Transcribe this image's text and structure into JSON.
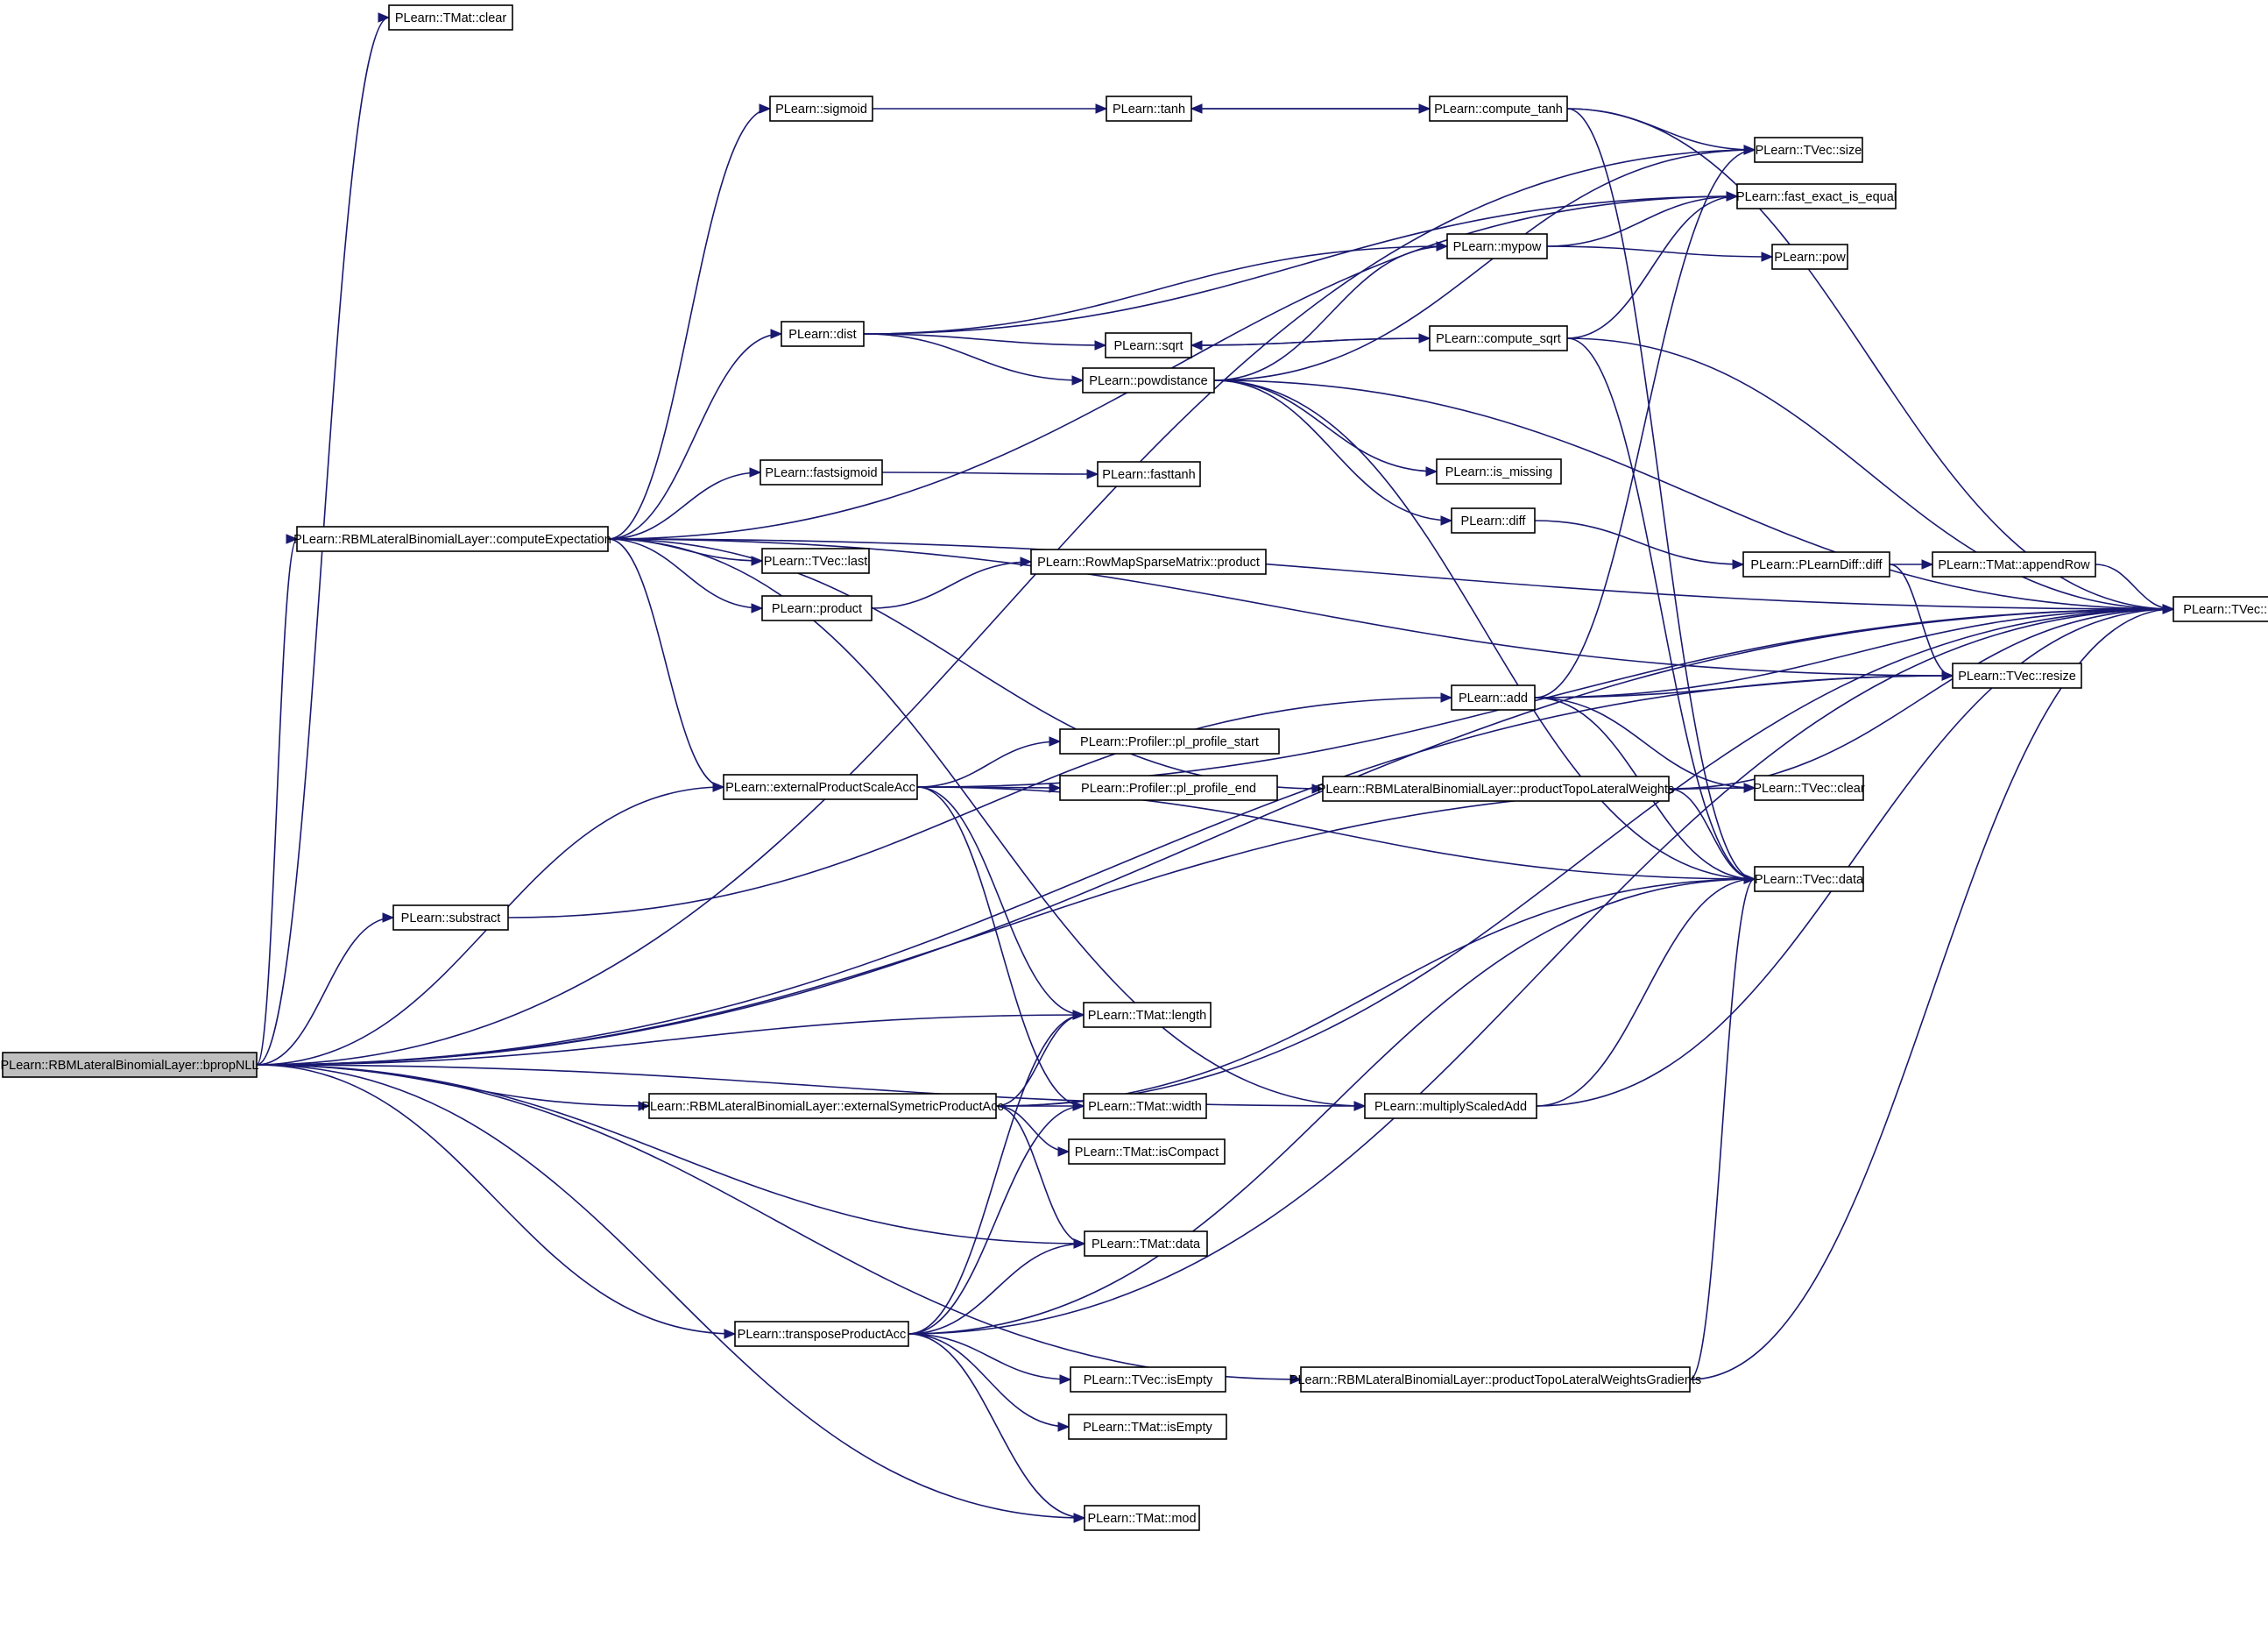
{
  "diagram": {
    "type": "call-graph",
    "colors": {
      "edge": "#191970",
      "root_fill": "#bfbfbf",
      "node_fill": "#ffffff",
      "node_border": "#000000"
    },
    "nodes": [
      {
        "id": "bprop",
        "label": "PLearn::RBMLateralBinomialLayer::bpropNLL",
        "root": true
      },
      {
        "id": "tmat_clear",
        "label": "PLearn::TMat::clear"
      },
      {
        "id": "sigmoid",
        "label": "PLearn::sigmoid"
      },
      {
        "id": "tanh",
        "label": "PLearn::tanh"
      },
      {
        "id": "compute_tanh",
        "label": "PLearn::compute_tanh"
      },
      {
        "id": "tvec_size",
        "label": "PLearn::TVec::size"
      },
      {
        "id": "fast_eq",
        "label": "PLearn::fast_exact_is_equal"
      },
      {
        "id": "mypow",
        "label": "PLearn::mypow"
      },
      {
        "id": "pow",
        "label": "PLearn::pow"
      },
      {
        "id": "dist",
        "label": "PLearn::dist"
      },
      {
        "id": "sqrt",
        "label": "PLearn::sqrt"
      },
      {
        "id": "compute_sqrt",
        "label": "PLearn::compute_sqrt"
      },
      {
        "id": "powdistance",
        "label": "PLearn::powdistance"
      },
      {
        "id": "is_missing",
        "label": "PLearn::is_missing"
      },
      {
        "id": "fastsigmoid",
        "label": "PLearn::fastsigmoid"
      },
      {
        "id": "fasttanh",
        "label": "PLearn::fasttanh"
      },
      {
        "id": "diff",
        "label": "PLearn::diff"
      },
      {
        "id": "compute_exp",
        "label": "PLearn::RBMLateralBinomialLayer::computeExpectation"
      },
      {
        "id": "tvec_last",
        "label": "PLearn::TVec::last"
      },
      {
        "id": "rowmap_product",
        "label": "PLearn::RowMapSparseMatrix::product"
      },
      {
        "id": "pldiff",
        "label": "PLearn::PLearnDiff::diff"
      },
      {
        "id": "appendrow",
        "label": "PLearn::TMat::appendRow"
      },
      {
        "id": "tvec_length",
        "label": "PLearn::TVec::length"
      },
      {
        "id": "product",
        "label": "PLearn::product"
      },
      {
        "id": "add",
        "label": "PLearn::add"
      },
      {
        "id": "tvec_resize",
        "label": "PLearn::TVec::resize"
      },
      {
        "id": "pl_start",
        "label": "PLearn::Profiler::pl_profile_start"
      },
      {
        "id": "ext_psa",
        "label": "PLearn::externalProductScaleAcc"
      },
      {
        "id": "pl_end",
        "label": "PLearn::Profiler::pl_profile_end"
      },
      {
        "id": "ptlw",
        "label": "PLearn::RBMLateralBinomialLayer::productTopoLateralWeights"
      },
      {
        "id": "tvec_clear",
        "label": "PLearn::TVec::clear"
      },
      {
        "id": "tvec_data",
        "label": "PLearn::TVec::data"
      },
      {
        "id": "substract",
        "label": "PLearn::substract"
      },
      {
        "id": "tmat_length",
        "label": "PLearn::TMat::length"
      },
      {
        "id": "ext_sym",
        "label": "PLearn::RBMLateralBinomialLayer::externalSymetricProductAcc"
      },
      {
        "id": "tmat_width",
        "label": "PLearn::TMat::width"
      },
      {
        "id": "msa",
        "label": "PLearn::multiplyScaledAdd"
      },
      {
        "id": "tmat_iscompact",
        "label": "PLearn::TMat::isCompact"
      },
      {
        "id": "tmat_data",
        "label": "PLearn::TMat::data"
      },
      {
        "id": "tpa",
        "label": "PLearn::transposeProductAcc"
      },
      {
        "id": "tvec_isempty",
        "label": "PLearn::TVec::isEmpty"
      },
      {
        "id": "ptlwg",
        "label": "PLearn::RBMLateralBinomialLayer::productTopoLateralWeightsGradients"
      },
      {
        "id": "tmat_isempty",
        "label": "PLearn::TMat::isEmpty"
      },
      {
        "id": "tmat_mod",
        "label": "PLearn::TMat::mod"
      }
    ],
    "edges": [
      [
        "bprop",
        "tmat_clear"
      ],
      [
        "bprop",
        "compute_exp"
      ],
      [
        "bprop",
        "ext_psa"
      ],
      [
        "bprop",
        "substract"
      ],
      [
        "bprop",
        "tmat_length"
      ],
      [
        "bprop",
        "ext_sym"
      ],
      [
        "bprop",
        "tmat_data"
      ],
      [
        "bprop",
        "tpa"
      ],
      [
        "bprop",
        "tmat_mod"
      ],
      [
        "bprop",
        "ptlwg"
      ],
      [
        "bprop",
        "tvec_length"
      ],
      [
        "bprop",
        "tvec_clear"
      ],
      [
        "bprop",
        "tvec_resize"
      ],
      [
        "bprop",
        "msa"
      ],
      [
        "bprop",
        "tvec_size"
      ],
      [
        "compute_exp",
        "sigmoid"
      ],
      [
        "compute_exp",
        "fast_eq"
      ],
      [
        "compute_exp",
        "dist"
      ],
      [
        "compute_exp",
        "fastsigmoid"
      ],
      [
        "compute_exp",
        "tvec_last"
      ],
      [
        "compute_exp",
        "product"
      ],
      [
        "compute_exp",
        "ext_psa"
      ],
      [
        "compute_exp",
        "ptlw"
      ],
      [
        "compute_exp",
        "msa"
      ],
      [
        "compute_exp",
        "tvec_resize"
      ],
      [
        "compute_exp",
        "tvec_length"
      ],
      [
        "sigmoid",
        "tanh"
      ],
      [
        "tanh",
        "compute_tanh"
      ],
      [
        "compute_tanh",
        "tanh"
      ],
      [
        "compute_tanh",
        "tvec_size"
      ],
      [
        "compute_tanh",
        "tvec_length"
      ],
      [
        "compute_tanh",
        "tvec_data"
      ],
      [
        "dist",
        "mypow"
      ],
      [
        "dist",
        "sqrt"
      ],
      [
        "dist",
        "powdistance"
      ],
      [
        "dist",
        "fast_eq"
      ],
      [
        "sqrt",
        "compute_sqrt"
      ],
      [
        "compute_sqrt",
        "sqrt"
      ],
      [
        "compute_sqrt",
        "fast_eq"
      ],
      [
        "compute_sqrt",
        "tvec_length"
      ],
      [
        "compute_sqrt",
        "tvec_data"
      ],
      [
        "mypow",
        "pow"
      ],
      [
        "mypow",
        "fast_eq"
      ],
      [
        "powdistance",
        "mypow"
      ],
      [
        "powdistance",
        "is_missing"
      ],
      [
        "powdistance",
        "diff"
      ],
      [
        "powdistance",
        "tvec_size"
      ],
      [
        "powdistance",
        "tvec_length"
      ],
      [
        "powdistance",
        "tvec_data"
      ],
      [
        "fastsigmoid",
        "fasttanh"
      ],
      [
        "product",
        "rowmap_product"
      ],
      [
        "diff",
        "pldiff"
      ],
      [
        "pldiff",
        "appendrow"
      ],
      [
        "pldiff",
        "tvec_resize"
      ],
      [
        "appendrow",
        "tvec_length"
      ],
      [
        "ext_psa",
        "pl_start"
      ],
      [
        "ext_psa",
        "pl_end"
      ],
      [
        "ext_psa",
        "tvec_length"
      ],
      [
        "ext_psa",
        "tvec_data"
      ],
      [
        "ext_psa",
        "tmat_length"
      ],
      [
        "ext_psa",
        "tmat_width"
      ],
      [
        "ptlw",
        "tvec_clear"
      ],
      [
        "ptlw",
        "tvec_length"
      ],
      [
        "ptlw",
        "tvec_data"
      ],
      [
        "substract",
        "add"
      ],
      [
        "add",
        "tvec_size"
      ],
      [
        "add",
        "tvec_resize"
      ],
      [
        "add",
        "tvec_length"
      ],
      [
        "add",
        "tvec_clear"
      ],
      [
        "add",
        "tvec_data"
      ],
      [
        "ext_sym",
        "tmat_length"
      ],
      [
        "ext_sym",
        "tmat_width"
      ],
      [
        "ext_sym",
        "tmat_iscompact"
      ],
      [
        "ext_sym",
        "tmat_data"
      ],
      [
        "ext_sym",
        "tvec_data"
      ],
      [
        "ext_sym",
        "tvec_length"
      ],
      [
        "msa",
        "tvec_length"
      ],
      [
        "msa",
        "tvec_data"
      ],
      [
        "tpa",
        "tmat_length"
      ],
      [
        "tpa",
        "tmat_width"
      ],
      [
        "tpa",
        "tmat_data"
      ],
      [
        "tpa",
        "tvec_isempty"
      ],
      [
        "tpa",
        "tmat_isempty"
      ],
      [
        "tpa",
        "tmat_mod"
      ],
      [
        "tpa",
        "tvec_data"
      ],
      [
        "tpa",
        "tvec_length"
      ],
      [
        "ptlwg",
        "tvec_data"
      ],
      [
        "ptlwg",
        "tvec_length"
      ]
    ]
  }
}
